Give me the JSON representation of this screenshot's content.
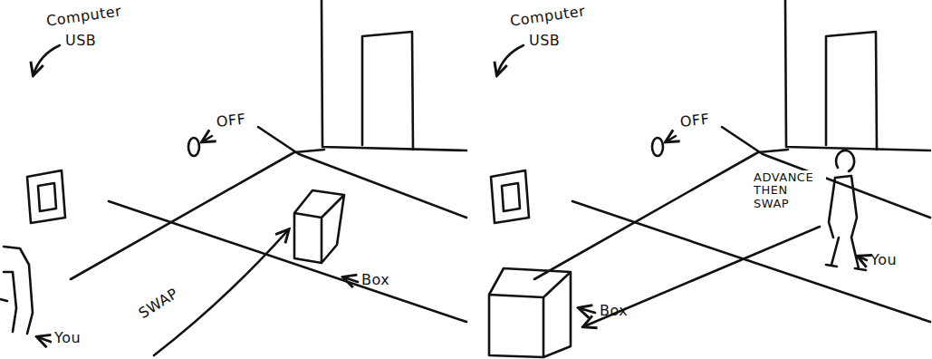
{
  "diagram": {
    "labels": [
      "Computer",
      "USB",
      "OFF",
      "Box",
      "You",
      "SWAP",
      "Computer",
      "USB",
      "OFF",
      "ADVANCE THEN SWAP",
      "You",
      "Box"
    ]
  }
}
